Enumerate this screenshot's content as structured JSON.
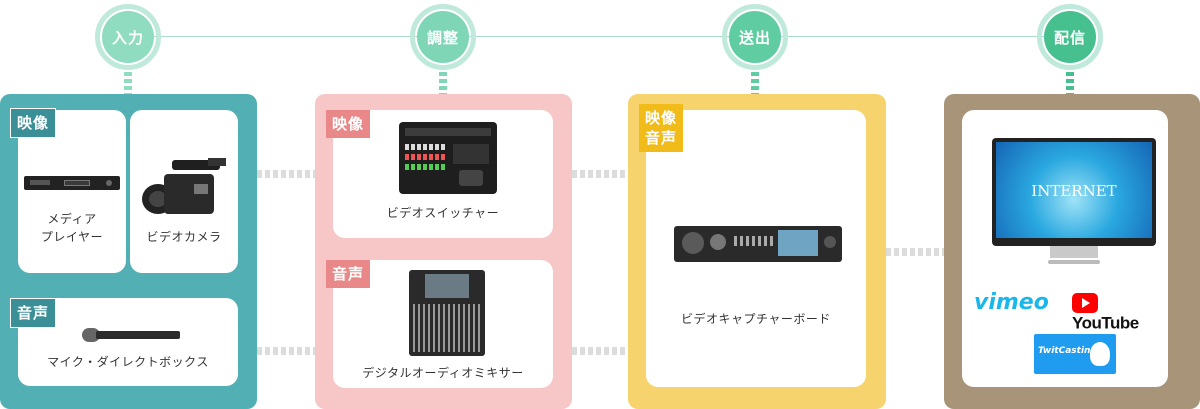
{
  "stages": [
    "入力",
    "調整",
    "送出",
    "配信"
  ],
  "input": {
    "video_tag": "映像",
    "audio_tag": "音声",
    "media_player_line1": "メディア",
    "media_player_line2": "プレイヤー",
    "video_camera": "ビデオカメラ",
    "mic": "マイク・ダイレクトボックス"
  },
  "adjust": {
    "video_tag": "映像",
    "audio_tag": "音声",
    "switcher": "ビデオスイッチャー",
    "mixer": "デジタルオーディオミキサー"
  },
  "output": {
    "tag_line1": "映像",
    "tag_line2": "音声",
    "capture": "ビデオキャプチャーボード"
  },
  "delivery": {
    "internet": "INTERNET",
    "vimeo": "vimeo",
    "youtube": "YouTube",
    "twitcasting": "TwitCasting"
  },
  "colors": {
    "input": "#52b0b4",
    "adjust": "#f7c7c7",
    "output": "#f7d36e",
    "delivery": "#a89479",
    "stage_circle": "#6fd2ad"
  }
}
